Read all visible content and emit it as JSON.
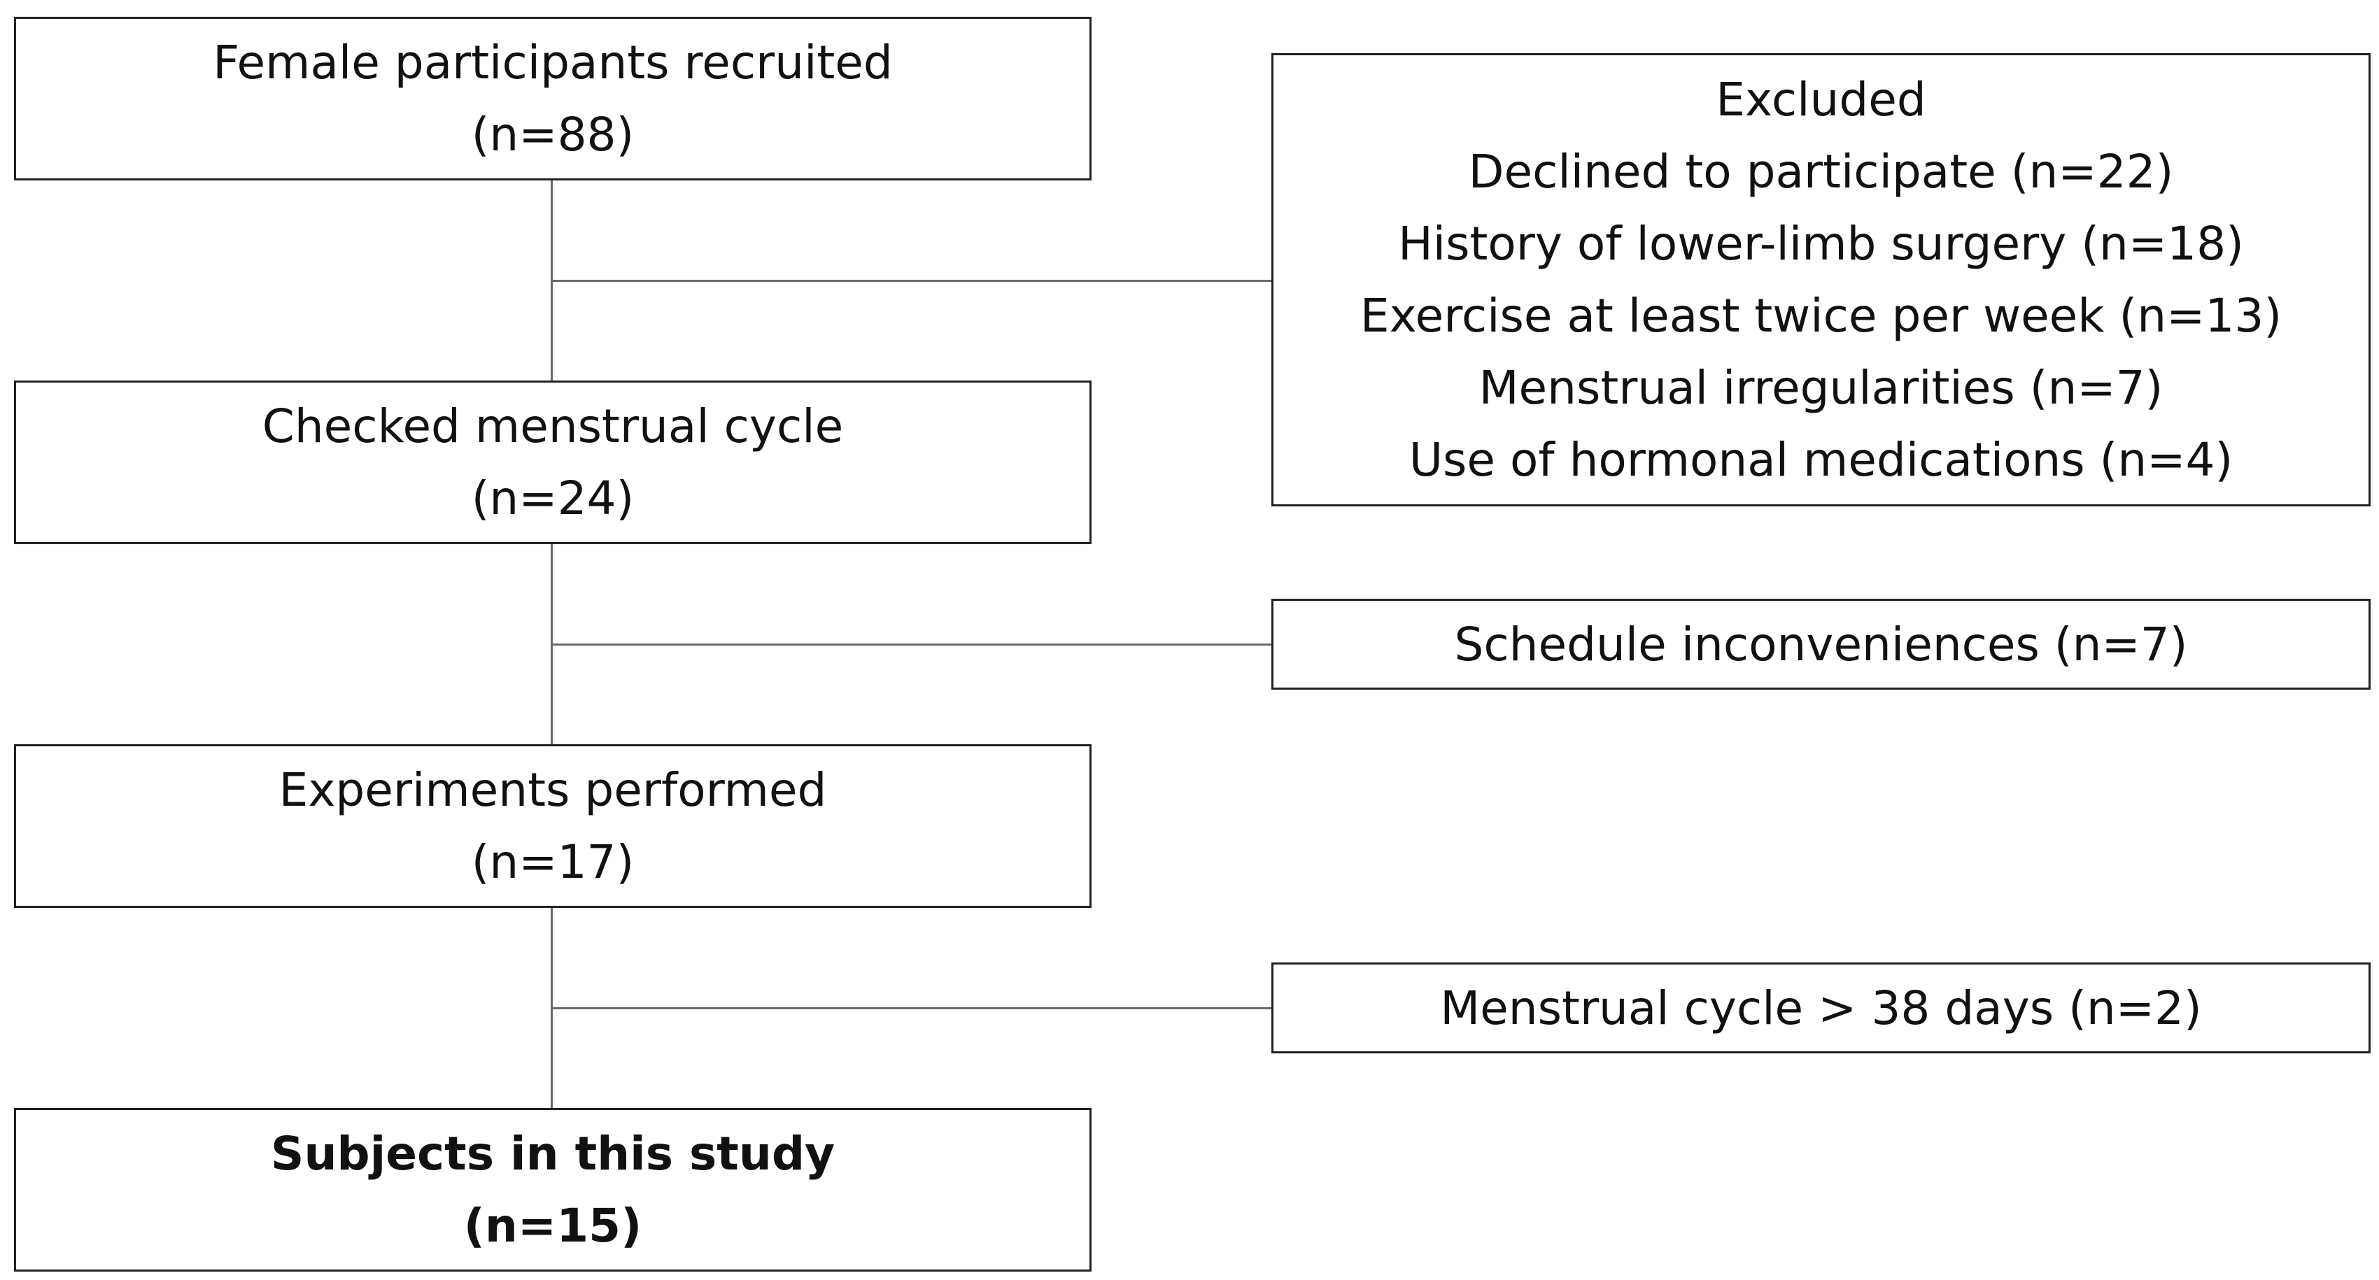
{
  "flowchart": {
    "main_steps": [
      {
        "label": "Female participants recruited",
        "count": "(n=88)"
      },
      {
        "label": "Checked menstrual cycle",
        "count": "(n=24)"
      },
      {
        "label": "Experiments performed",
        "count": "(n=17)"
      },
      {
        "label": "Subjects in this study",
        "count": "(n=15)"
      }
    ],
    "exclusion_1": {
      "title": "Excluded",
      "reasons": [
        "Declined to participate (n=22)",
        "History of lower-limb surgery (n=18)",
        "Exercise at least twice per week (n=13)",
        "Menstrual irregularities (n=7)",
        "Use of hormonal medications  (n=4)"
      ]
    },
    "exclusion_2": {
      "reason": "Schedule inconveniences (n=7)"
    },
    "exclusion_3": {
      "reason": "Menstrual cycle > 38 days (n=2)"
    }
  }
}
